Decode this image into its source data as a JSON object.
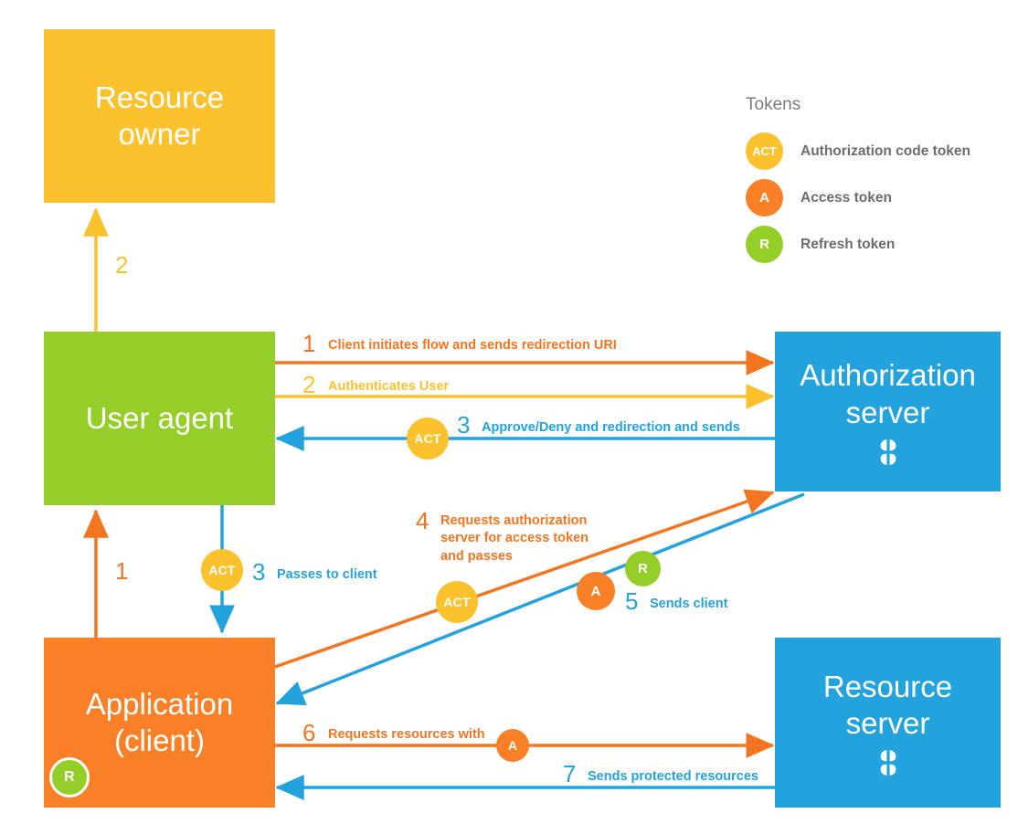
{
  "diagram": {
    "title": "OAuth 2.0 Authorization Code Flow",
    "colors": {
      "resource_owner": "#fcc22e",
      "user_agent": "#95ce28",
      "application": "#f98026",
      "server": "#23a3dd",
      "orange_arrow": "#f4751f",
      "yellow_arrow": "#fcc22e",
      "blue_arrow": "#23a3dd",
      "token_act": "#fcc22e",
      "token_a": "#f98026",
      "token_r": "#95ce28",
      "background": "#ffffff"
    }
  },
  "nodes": {
    "resource_owner": {
      "label": "Resource\nowner"
    },
    "user_agent": {
      "label": "User agent"
    },
    "application": {
      "label": "Application\n(client)",
      "badge": "R"
    },
    "authorization_server": {
      "label": "Authorization\nserver",
      "icon": "server-cluster-icon"
    },
    "resource_server": {
      "label": "Resource\nserver",
      "icon": "server-cluster-icon"
    }
  },
  "legend": {
    "title": "Tokens",
    "items": [
      {
        "abbr": "ACT",
        "label": "Authorization code token",
        "color": "#fcc22e"
      },
      {
        "abbr": "A",
        "label": "Access token",
        "color": "#f98026"
      },
      {
        "abbr": "R",
        "label": "Refresh token",
        "color": "#95ce28"
      }
    ]
  },
  "flows": [
    {
      "number": "1",
      "text": "Client initiates flow and sends redirection URI",
      "color": "#f4751f",
      "from": "user-agent",
      "to": "authorization-server",
      "token": null
    },
    {
      "number": "2",
      "text": "Authenticates User",
      "color": "#fcc22e",
      "from": "user-agent",
      "to": "authorization-server",
      "token": null
    },
    {
      "number": "3",
      "text": "Approve/Deny and redirection and sends",
      "color": "#23a3dd",
      "from": "authorization-server",
      "to": "user-agent",
      "token": "ACT"
    },
    {
      "number": "3",
      "text": "Passes to client",
      "color": "#23a3dd",
      "from": "user-agent",
      "to": "application",
      "token": "ACT"
    },
    {
      "number": "4",
      "text": "Requests authorization\nserver for access token\nand passes",
      "color": "#f4751f",
      "from": "application",
      "to": "authorization-server",
      "token": "ACT"
    },
    {
      "number": "5",
      "text": "Sends client",
      "color": "#23a3dd",
      "from": "authorization-server",
      "to": "application",
      "token": "A + R"
    },
    {
      "number": "6",
      "text": "Requests resources with",
      "color": "#f4751f",
      "from": "application",
      "to": "resource-server",
      "token": "A"
    },
    {
      "number": "7",
      "text": "Sends protected resources",
      "color": "#23a3dd",
      "from": "resource-server",
      "to": "application",
      "token": null
    }
  ],
  "side_flows": [
    {
      "number": "2",
      "color": "#fcc22e",
      "from": "user-agent",
      "to": "resource-owner",
      "text": ""
    },
    {
      "number": "1",
      "color": "#f4751f",
      "from": "application",
      "to": "user-agent",
      "text": ""
    }
  ],
  "tokens": {
    "act": "ACT",
    "a": "A",
    "r": "R"
  }
}
